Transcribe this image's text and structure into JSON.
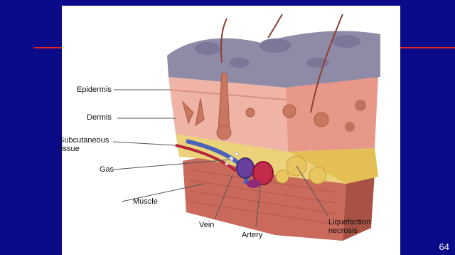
{
  "slide": {
    "page_number": "64",
    "colors": {
      "background": "#0b0b8a",
      "rule": "#e0241f",
      "panel": "#ffffff"
    }
  },
  "diagram": {
    "labels": {
      "epidermis": "Epidermis",
      "dermis": "Dermis",
      "subcutaneous_line1": "Subcutaneous",
      "subcutaneous_line2": "tissue",
      "gas": "Gas",
      "muscle": "Muscle",
      "vein": "Vein",
      "artery": "Artery",
      "liquefaction_line1": "Liquefaction",
      "liquefaction_line2": "necrosis"
    }
  }
}
